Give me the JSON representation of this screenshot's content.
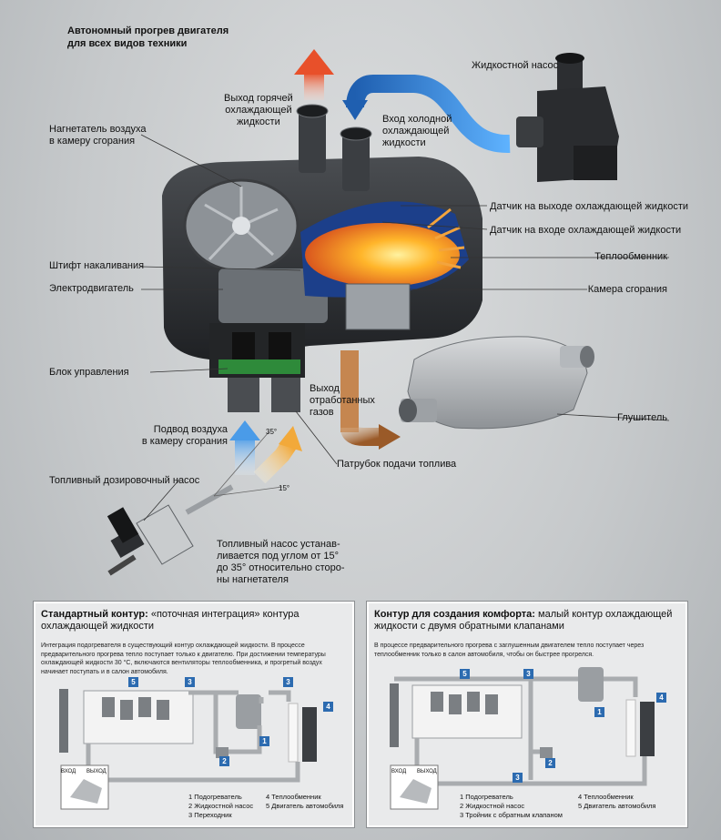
{
  "title": {
    "line1": "Автономный прогрев двигателя",
    "line2": "для всех видов техники"
  },
  "labels": {
    "hot_out": [
      "Выход горячей",
      "охлаждающей",
      "жидкости"
    ],
    "cold_in": [
      "Вход холодной",
      "охлаждающей",
      "жидкости"
    ],
    "pump": "Жидкостной насос",
    "blower": [
      "Нагнетатель воздуха",
      "в камеру сгорания"
    ],
    "sensor_out": "Датчик на выходе охлаждающей жидкости",
    "sensor_in": "Датчик на входе охлаждающей жидкости",
    "heat_exchanger": "Теплообменник",
    "glow_pin": "Штифт накаливания",
    "motor": "Электродвигатель",
    "chamber": "Камера сгорания",
    "control": "Блок управления",
    "exhaust": [
      "Выход",
      "отработанных",
      "газов"
    ],
    "muffler": "Глушитель",
    "air_in": [
      "Подвод воздуха",
      "в камеру сгорания"
    ],
    "fuel_pipe": "Патрубок подачи топлива",
    "fuel_pump": "Топливный дозировочный насос",
    "angle_35": "35°",
    "angle_15": "15°",
    "fuel_note": [
      "Топливный насос устанав-",
      "ливается под углом от 15°",
      "до 35° относительно сторо-",
      "ны нагнетателя"
    ]
  },
  "panel_left": {
    "title_bold": "Стандартный контур:",
    "title_rest": " «поточная интеграция» контура охлаждающей жидкости",
    "desc": "Интеграция подогревателя в существующий контур охлаждающей жидкости. В процессе предварительного прогрева тепло поступает только к двигателю. При достижении температуры охлаждающей жидкости 30 °С, включаются вентиляторы теплообменника, и прогретый воздух начинает поступать и в салон автомобиля.",
    "inlet": "ВХОД",
    "outlet": "ВЫХОД",
    "legend": [
      "1  Подогреватель",
      "2  Жидкостной насос",
      "3  Переходник",
      "4  Теплообменник",
      "5  Двигатель автомобиля"
    ],
    "nums": [
      "1",
      "2",
      "3",
      "3",
      "4",
      "5"
    ]
  },
  "panel_right": {
    "title_bold": "Контур для создания комфорта:",
    "title_rest": " малый контур охлаждающей жидкости с двумя обратными клапанами",
    "desc": "В процессе предварительного прогрева с заглушенным двигателем тепло поступает через теплообменник только в салон автомобиля, чтобы он быстрее прогрелся.",
    "inlet": "ВХОД",
    "outlet": "ВЫХОД",
    "legend": [
      "1  Подогреватель",
      "2  Жидкостной насос",
      "3  Тройник с обратным клапаном",
      "4  Теплообменник",
      "5  Двигатель автомобиля"
    ],
    "nums": [
      "1",
      "2",
      "3",
      "3",
      "4",
      "5"
    ]
  },
  "colors": {
    "hot": "#e8502a",
    "cold": "#2f7fd0",
    "exhaust": "#a0612e",
    "fuel": "#f2a93a",
    "badge": "#2c6bb0"
  }
}
